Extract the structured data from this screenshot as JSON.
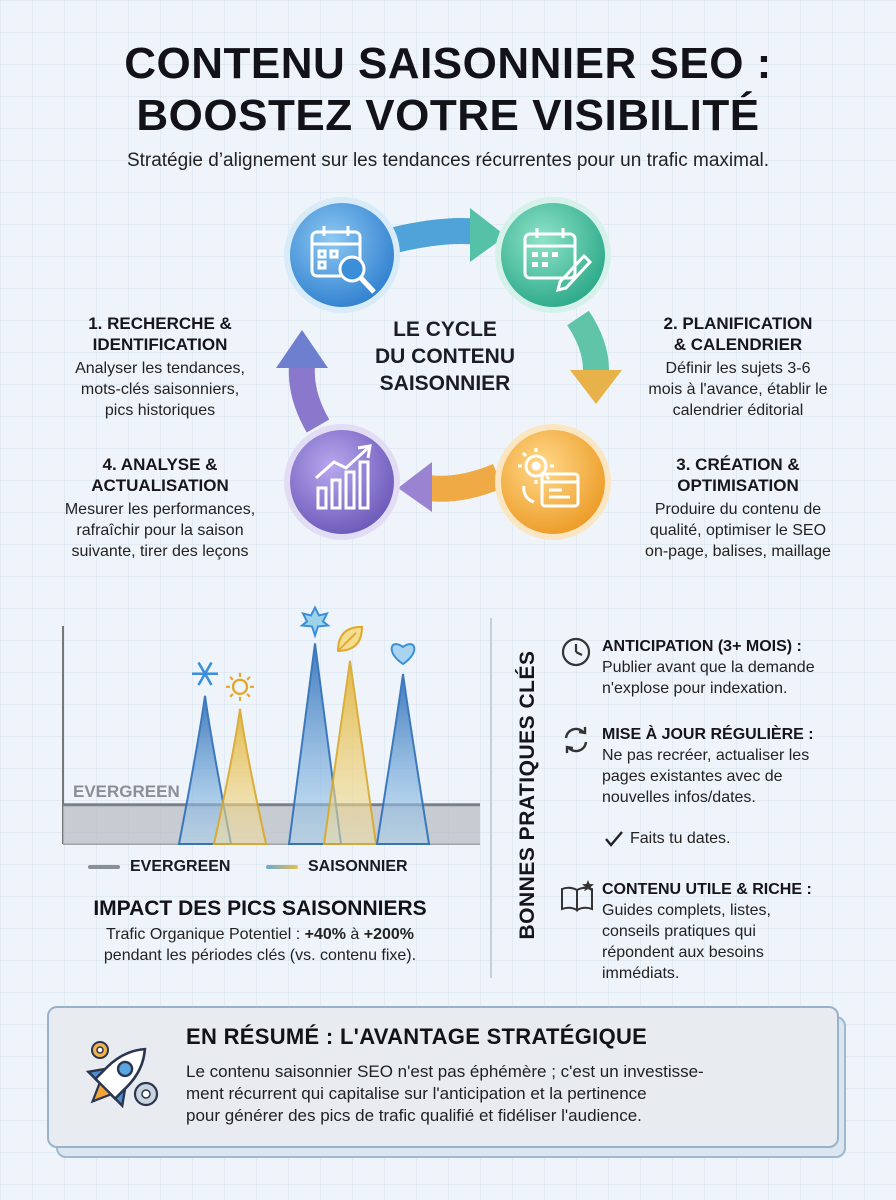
{
  "header": {
    "title_line1": "CONTENU SAISONNIER SEO :",
    "title_line2": "BOOSTEZ VOTRE VISIBILITÉ",
    "subtitle": "Stratégie d’alignement sur les tendances récurrentes pour un trafic maximal."
  },
  "cycle": {
    "center_line1": "LE CYCLE",
    "center_line2": "DU CONTENU",
    "center_line3": "SAISONNIER",
    "colors": {
      "blue": "#3b8fd9",
      "teal": "#3dbd9c",
      "orange": "#f2a63a",
      "purple": "#7b6cc4"
    },
    "steps": [
      {
        "title_line1": "1. RECHERCHE &",
        "title_line2": "IDENTIFICATION",
        "desc_line1": "Analyser les tendances,",
        "desc_line2": "mots-clés saisonniers,",
        "desc_line3": "pics historiques",
        "icon": "calendar-search-icon"
      },
      {
        "title_line1": "2. PLANIFICATION",
        "title_line2": "& CALENDRIER",
        "desc_line1": "Définir les sujets 3-6",
        "desc_line2": "mois à l'avance, établir le",
        "desc_line3": "calendrier éditorial",
        "icon": "calendar-edit-icon"
      },
      {
        "title_line1": "3. CRÉATION &",
        "title_line2": "OPTIMISATION",
        "desc_line1": "Produire du contenu de",
        "desc_line2": "qualité, optimiser le SEO",
        "desc_line3": "on-page, balises, maillage",
        "icon": "gear-webpage-icon"
      },
      {
        "title_line1": "4. ANALYSE &",
        "title_line2": "ACTUALISATION",
        "desc_line1": "Mesurer les performances,",
        "desc_line2": "rafraîchir pour la saison",
        "desc_line3": "suivante, tirer des leçons",
        "icon": "growth-chart-icon"
      }
    ]
  },
  "chart_data": {
    "type": "area",
    "baseline_label": "EVERGREEN",
    "legend": [
      "EVERGREEN",
      "SAISONNIER"
    ],
    "baseline_level": 0.18,
    "peaks": [
      {
        "icon": "snowflake-icon",
        "height": 0.68,
        "color": "#4a8fd0"
      },
      {
        "icon": "sun-icon",
        "height": 0.62,
        "color": "#e6bf45"
      },
      {
        "icon": "maple-leaf-icon",
        "height": 0.92,
        "color": "#4a8fd0"
      },
      {
        "icon": "leaf-icon",
        "height": 0.84,
        "color": "#e6bf45"
      },
      {
        "icon": "heart-icon",
        "height": 0.78,
        "color": "#4a8fd0"
      }
    ],
    "colors": {
      "evergreen": "#8a8f96",
      "blue": "#4a8fd0",
      "gold": "#e6bf45"
    }
  },
  "impact": {
    "title": "IMPACT DES PICS SAISONNIERS",
    "line1_prefix": "Trafic Organique Potentiel : ",
    "line1_bold1": "+40%",
    "line1_mid": " à ",
    "line1_bold2": "+200%",
    "line2": "pendant les périodes clés (vs. contenu fixe)."
  },
  "practices": {
    "title": "BONNES PRATIQUES CLÉS",
    "items": [
      {
        "icon": "clock-icon",
        "head": "ANTICIPATION (3+ MOIS) :",
        "line1": "Publier avant que la demande",
        "line2": "n'explose pour indexation."
      },
      {
        "icon": "refresh-icon",
        "head": "MISE À JOUR RÉGULIÈRE :",
        "line1": "Ne pas recréer, actualiser les",
        "line2": "pages existantes avec de",
        "line3": "nouvelles infos/dates."
      },
      {
        "icon": "book-star-icon",
        "head": "CONTENU UTILE & RICHE :",
        "line1": "Guides complets, listes,",
        "line2": "conseils pratiques qui",
        "line3": "répondent aux besoins",
        "line4": "immédiats."
      }
    ],
    "check_text": "Faits tu dates."
  },
  "summary": {
    "title": "EN RÉSUMÉ : L'AVANTAGE STRATÉGIQUE",
    "line1": "Le contenu saisonnier SEO n'est pas éphémère ; c'est un investisse-",
    "line2": "ment récurrent qui capitalise sur l'anticipation et la pertinence",
    "line3": "pour générer des pics de trafic qualifié et fidéliser l'audience.",
    "icon": "rocket-gears-icon"
  }
}
